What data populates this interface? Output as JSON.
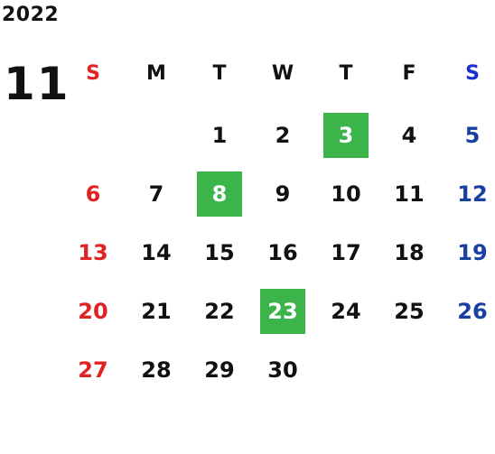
{
  "year": "2022",
  "month": "11",
  "weekdays": [
    "S",
    "M",
    "T",
    "W",
    "T",
    "F",
    "S"
  ],
  "weeks": [
    [
      "",
      "",
      "1",
      "2",
      "3",
      "4",
      "5"
    ],
    [
      "6",
      "7",
      "8",
      "9",
      "10",
      "11",
      "12"
    ],
    [
      "13",
      "14",
      "15",
      "16",
      "17",
      "18",
      "19"
    ],
    [
      "20",
      "21",
      "22",
      "23",
      "24",
      "25",
      "26"
    ],
    [
      "27",
      "28",
      "29",
      "30",
      "",
      "",
      ""
    ]
  ],
  "highlighted_days": [
    "3",
    "8",
    "23"
  ],
  "colors": {
    "sunday": "#e02222",
    "saturday": "#1a3fa3",
    "saturday_header": "#1a2fd0",
    "highlight": "#3bb54a",
    "text": "#111111"
  }
}
